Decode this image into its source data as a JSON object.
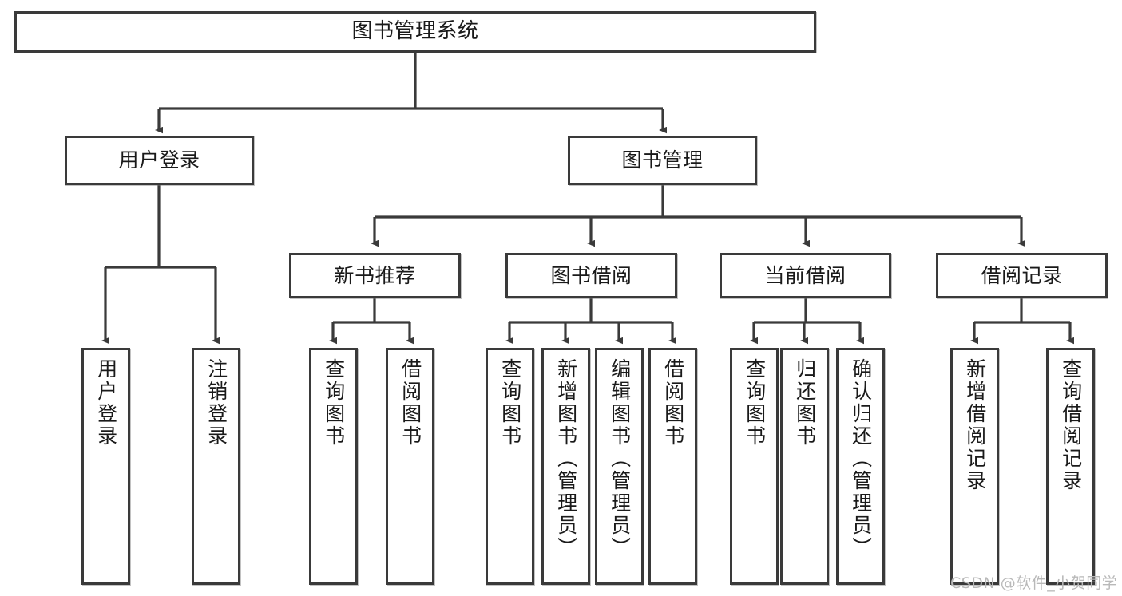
{
  "diagram": {
    "title": "图书管理系统",
    "type": "功能结构图",
    "stroke_color": "#3a3a3a",
    "background_color": "#ffffff",
    "watermark": "CSDN @软件_小贺同学",
    "levels": {
      "root": {
        "label": "图书管理系统"
      },
      "level2": [
        {
          "label": "用户登录"
        },
        {
          "label": "图书管理"
        }
      ],
      "level3": [
        {
          "label": "新书推荐"
        },
        {
          "label": "图书借阅"
        },
        {
          "label": "当前借阅"
        },
        {
          "label": "借阅记录"
        }
      ],
      "leaves": {
        "user_login": [
          {
            "label": "用户登录"
          },
          {
            "label": "注销登录"
          }
        ],
        "new_book_recommend": [
          {
            "label": "查询图书"
          },
          {
            "label": "借阅图书"
          }
        ],
        "book_borrow": [
          {
            "label": "查询图书"
          },
          {
            "label": "新增图书（管理员）"
          },
          {
            "label": "编辑图书（管理员）"
          },
          {
            "label": "借阅图书"
          }
        ],
        "current_borrow": [
          {
            "label": "查询图书"
          },
          {
            "label": "归还图书"
          },
          {
            "label": "确认归还（管理员）"
          }
        ],
        "borrow_record": [
          {
            "label": "新增借阅记录"
          },
          {
            "label": "查询借阅记录"
          }
        ]
      }
    }
  }
}
